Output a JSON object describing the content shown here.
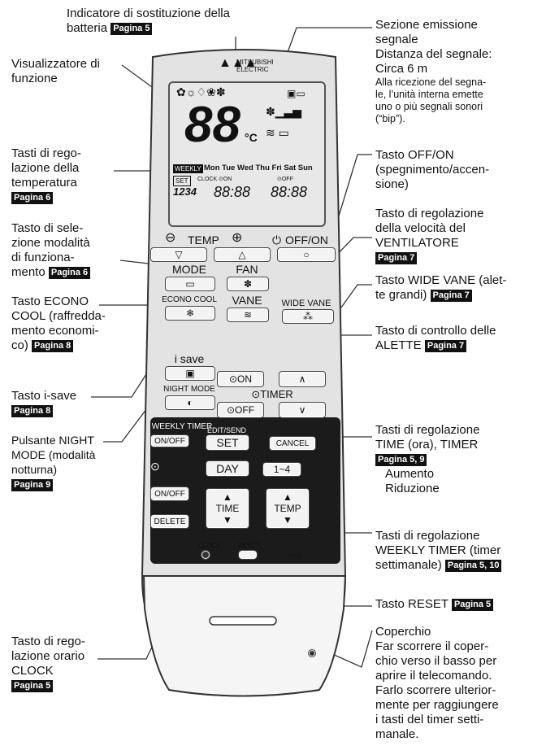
{
  "colors": {
    "page_tag_bg": "#111111",
    "body": "#e3e3e3",
    "lower_panel": "#1b1b1b"
  },
  "callouts": {
    "battery": {
      "line1": "Indicatore di sostituzione della",
      "line2": "batteria",
      "page": "Pagina 5"
    },
    "display": {
      "line1": "Visualizzatore di",
      "line2": "funzione"
    },
    "temp": {
      "line1": "Tasti di rego-",
      "line2": "lazione della",
      "line3": "temperatura",
      "page": "Pagina 6"
    },
    "mode": {
      "line1": "Tasto di sele-",
      "line2": "zione modalità",
      "line3": "di funziona-",
      "line4": "mento",
      "page": "Pagina 6"
    },
    "econo": {
      "line1": "Tasto ECONO",
      "line2": "COOL (raffredda-",
      "line3": "mento economi-",
      "line4": "co)",
      "page": "Pagina 8"
    },
    "isave": {
      "line1": "Tasto i-save",
      "page": "Pagina 8"
    },
    "night": {
      "line1": "Pulsante NIGHT",
      "line2": "MODE (modalità",
      "line3": "notturna)",
      "page": "Pagina 9"
    },
    "clock": {
      "line1": "Tasto di rego-",
      "line2": "lazione orario",
      "line3": "CLOCK",
      "page": "Pagina 5"
    },
    "signal": {
      "line1": "Sezione emissione",
      "line2": "segnale",
      "line3": "Distanza del segnale:",
      "line4": "Circa 6 m",
      "s1": "Alla ricezione del segna-",
      "s2": "le, l’unità interna emette",
      "s3": "uno o più segnali sonori",
      "s4": "(“bip”)."
    },
    "offon": {
      "line1": "Tasto OFF/ON",
      "line2": "(spegnimento/accen-",
      "line3": "sione)"
    },
    "fan": {
      "line1": "Tasto di regolazione",
      "line2": "della velocità del",
      "line3": "VENTILATORE",
      "page": "Pagina 7"
    },
    "widevane": {
      "line1": "Tasto WIDE VANE (alet-",
      "line2": "te grandi)",
      "page": "Pagina 7"
    },
    "vane": {
      "line1": "Tasto di controllo delle",
      "line2": "ALETTE",
      "page": "Pagina 7"
    },
    "timer": {
      "line1": "Tasti di regolazione",
      "line2": "TIME (ora), TIMER",
      "page": "Pagina 5, 9",
      "up": "Aumento",
      "down": "Riduzione"
    },
    "weekly": {
      "line1": "Tasti di regolazione",
      "line2": "WEEKLY TIMER (timer",
      "line3": "settimanale)",
      "page": "Pagina 5, 10"
    },
    "reset": {
      "line1": "Tasto RESET",
      "page": "Pagina 5"
    },
    "cover": {
      "line1": "Coperchio",
      "line2": "Far scorrere il coper-",
      "line3": "chio verso il basso per",
      "line4": "aprire il telecomando.",
      "line5": "Farlo scorrere ulterior-",
      "line6": "mente per raggiungere",
      "line7": "i tasti del timer setti-",
      "line8": "manale."
    }
  },
  "remote": {
    "brand1": "MITSUBISHI",
    "brand2": "ELECTRIC",
    "lcd": {
      "temp": "88",
      "unit": "°C",
      "weekly": "WEEKLY",
      "days": "Mon Tue Wed Thu Fri Sat Sun",
      "set": "SET",
      "clock": "CLOCK",
      "on": "⊙ON",
      "off": "⊙OFF",
      "digits": "1234",
      "time1": "88:88",
      "time2": "88:88"
    },
    "temp_label": "TEMP",
    "offon_label": "OFF/ON",
    "mode": "MODE",
    "econo": "ECONO COOL",
    "fan": "FAN",
    "vane": "VANE",
    "widevane": "WIDE VANE",
    "isave": "i save",
    "night": "NIGHT MODE",
    "on": "⊙ON",
    "off": "⊙OFF",
    "timer": "⊙TIMER",
    "weekly_timer": "WEEKLY TIMER",
    "onoff": "ON/OFF",
    "editsend": "EDIT/SEND",
    "set": "SET",
    "cancel": "CANCEL",
    "day": "DAY",
    "range": "1~4",
    "onoff2": "ON/OFF",
    "delete": "DELETE",
    "time": "TIME",
    "temp2": "TEMP",
    "clock": "CLOCK",
    "reset": "RESET"
  }
}
